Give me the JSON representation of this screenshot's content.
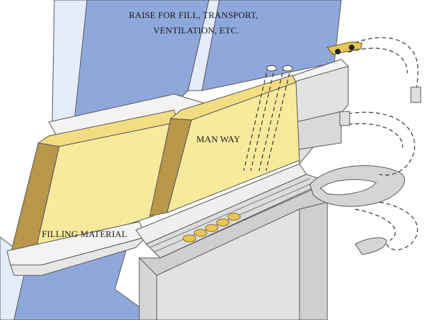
{
  "labels": {
    "raise_line1": "RAISE FOR FILL, TRANSPORT,",
    "raise_line2": "VENTILATION, ETC.",
    "man_way": "MAN WAY",
    "filling_material": "FILLING MATERIAL"
  },
  "colors": {
    "ore_blue": "#8fa8dc",
    "ore_blue_light": "#dde7f7",
    "fill_yellow": "#f7ea9c",
    "fill_side_tan": "#b8964a",
    "rock_grey_light": "#e8e8e8",
    "rock_grey": "#d2d2d2",
    "rock_grey_dark": "#bdbdbd",
    "ore_car_gold": "#e8c55a",
    "outline": "#3a3a3a"
  }
}
